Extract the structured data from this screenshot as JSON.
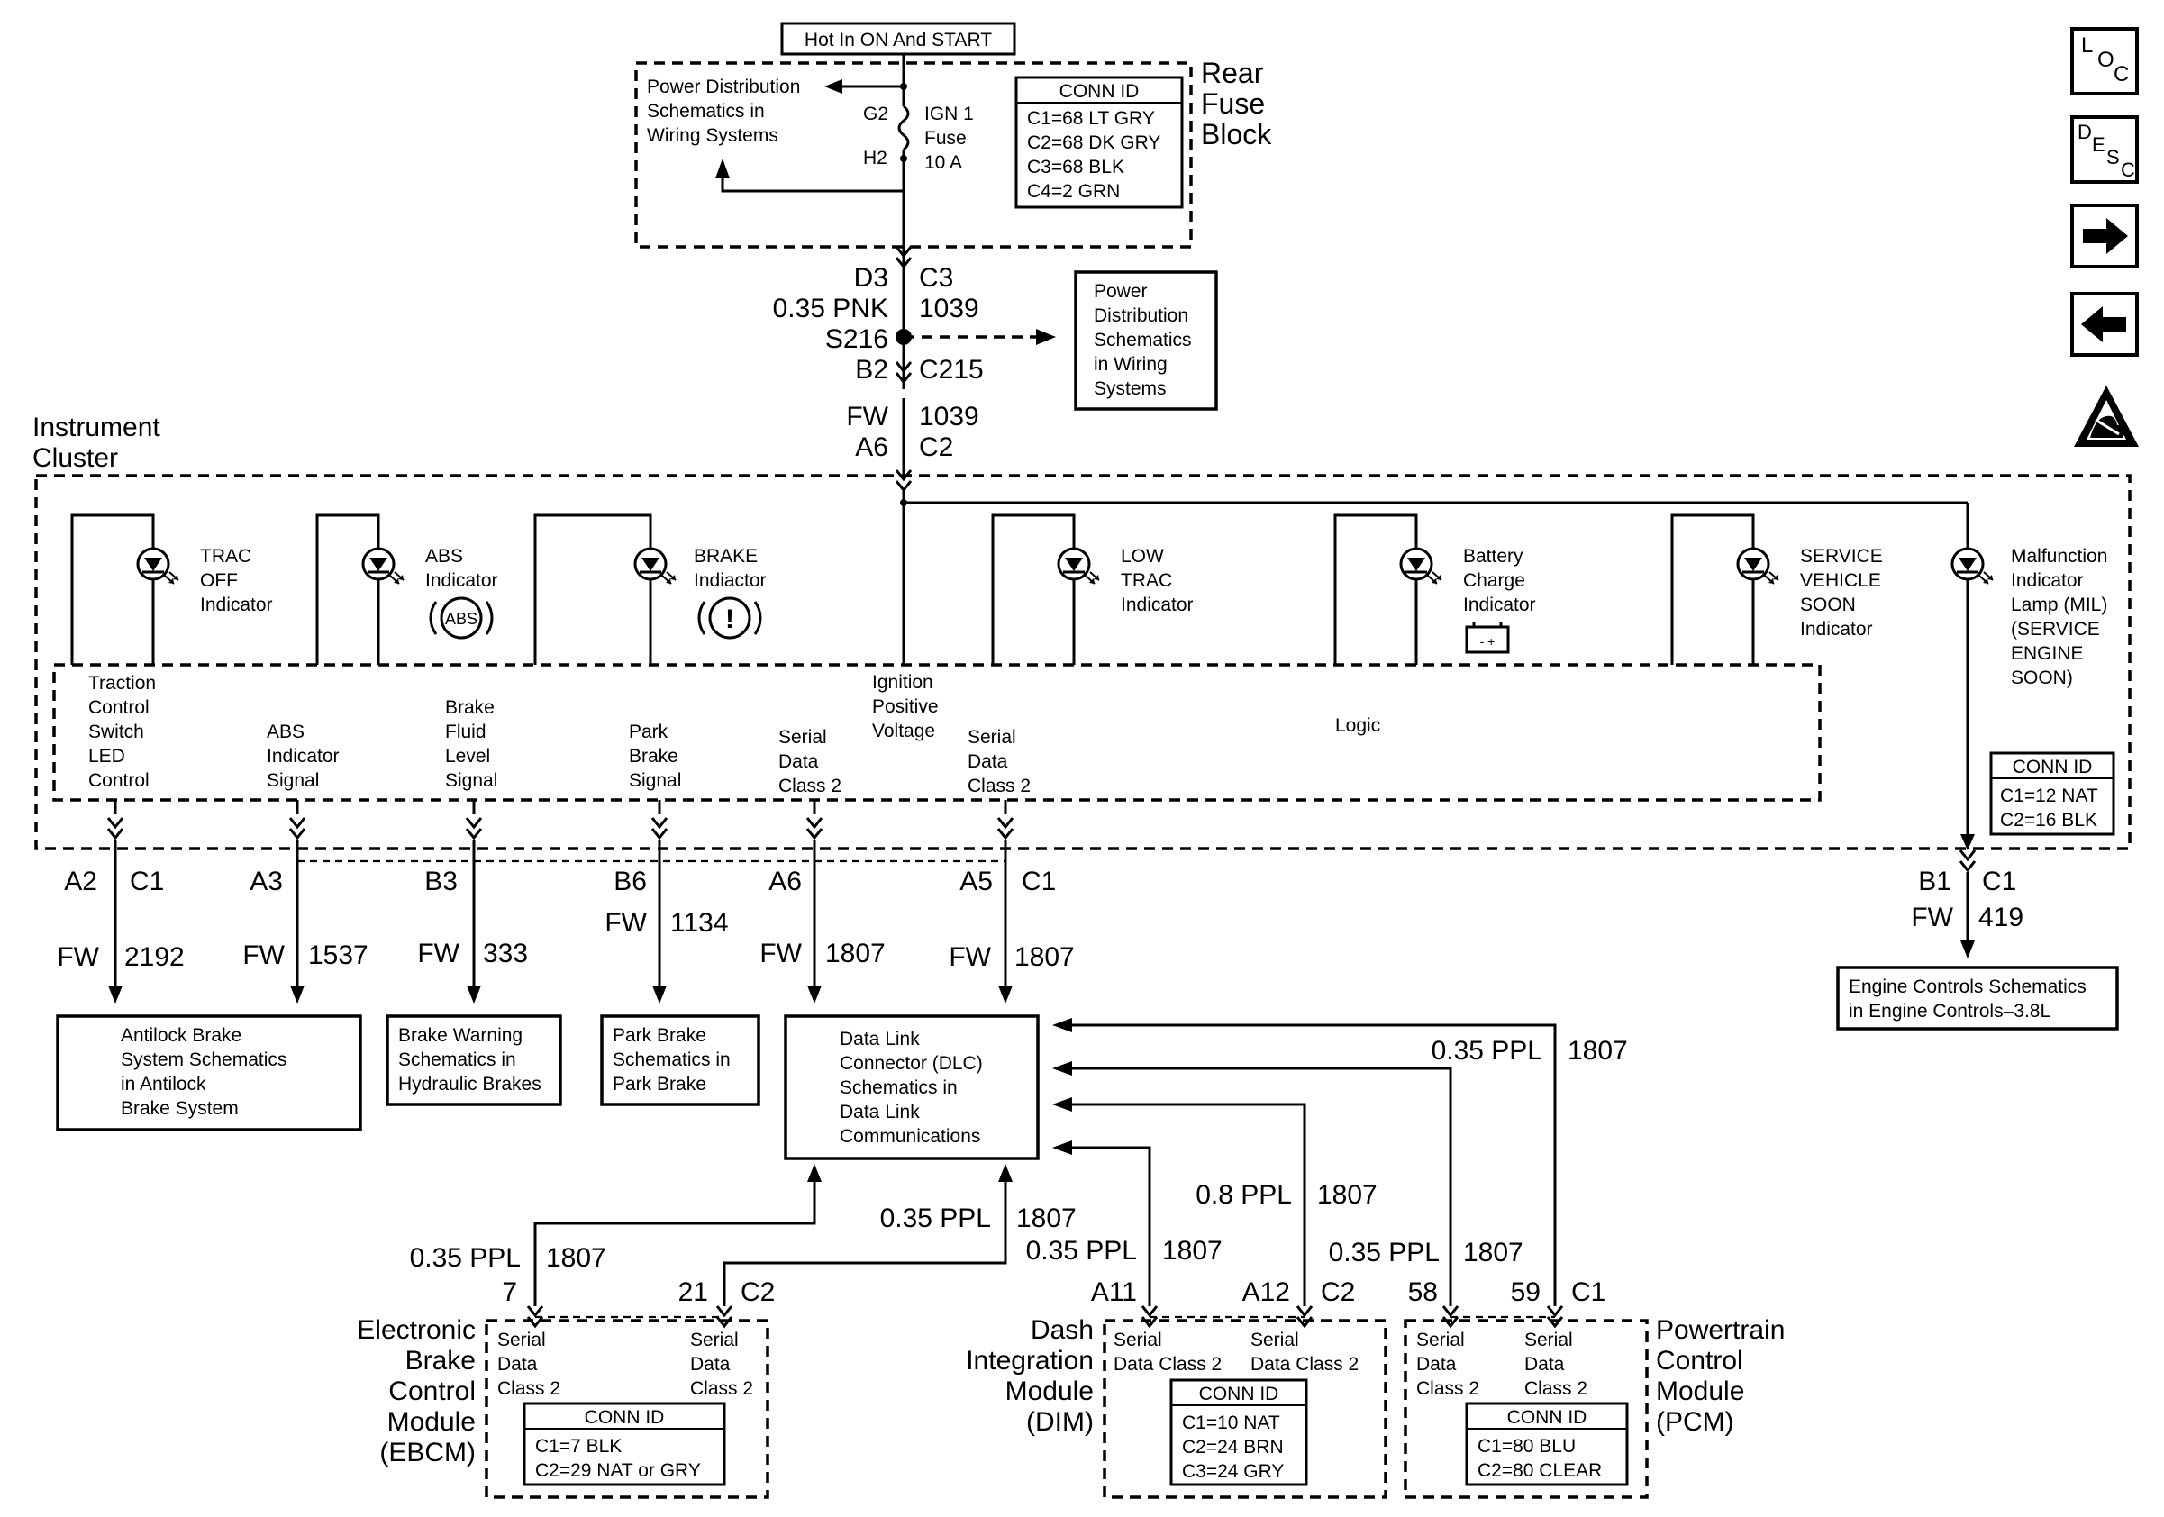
{
  "power": {
    "hot_label": "Hot In ON And START",
    "fuse_block": [
      "Rear",
      "Fuse",
      "Block"
    ],
    "pd_schematics": [
      "Power Distribution",
      "Schematics in",
      "Wiring Systems"
    ],
    "g2": "G2",
    "h2": "H2",
    "fuse": [
      "IGN 1",
      "Fuse",
      "10 A"
    ],
    "conn_title": "CONN ID",
    "conn": [
      "C1=68 LT GRY",
      "C2=68 DK GRY",
      "C3=68 BLK",
      "C4=2 GRN"
    ]
  },
  "feed": {
    "d3": "D3",
    "c3": "C3",
    "wire1": "0.35 PNK",
    "circ1": "1039",
    "s216": "S216",
    "b2": "B2",
    "c215": "C215",
    "fw": "FW",
    "circ2": "1039",
    "a6": "A6",
    "c2": "C2",
    "pd_box": [
      "Power",
      "Distribution",
      "Schematics",
      "in Wiring",
      "Systems"
    ]
  },
  "cluster": {
    "title": [
      "Instrument",
      "Cluster"
    ],
    "indicators": [
      {
        "lines": [
          "TRAC",
          "OFF",
          "Indicator"
        ]
      },
      {
        "lines": [
          "ABS",
          "Indicator"
        ],
        "symbol": "ABS"
      },
      {
        "lines": [
          "BRAKE",
          "Indiactor"
        ],
        "symbol": "!"
      },
      {
        "lines": [
          "LOW",
          "TRAC",
          "Indicator"
        ]
      },
      {
        "lines": [
          "Battery",
          "Charge",
          "Indicator"
        ],
        "symbol": "- +"
      },
      {
        "lines": [
          "SERVICE",
          "VEHICLE",
          "SOON",
          "Indicator"
        ]
      },
      {
        "lines": [
          "Malfunction",
          "Indicator",
          "Lamp (MIL)",
          "(SERVICE",
          "ENGINE",
          "SOON)"
        ]
      }
    ],
    "logic_label": "Logic",
    "logic_labels": [
      [
        "Traction",
        "Control",
        "Switch",
        "LED",
        "Control"
      ],
      [
        "ABS",
        "Indicator",
        "Signal"
      ],
      [
        "Brake",
        "Fluid",
        "Level",
        "Signal"
      ],
      [
        "Park",
        "Brake",
        "Signal"
      ],
      [
        "Serial",
        "Data",
        "Class 2"
      ],
      [
        "Ignition",
        "Positive",
        "Voltage"
      ],
      [
        "Serial",
        "Data",
        "Class 2"
      ]
    ],
    "conn_title": "CONN ID",
    "conn": [
      "C1=12 NAT",
      "C2=16 BLK"
    ]
  },
  "outputs": {
    "pins": [
      "A2",
      "C1",
      "A3",
      "B3",
      "B6",
      "A6",
      "A5",
      "C1",
      "B1",
      "C1"
    ],
    "wires": [
      {
        "fw": "FW",
        "circ": "2192"
      },
      {
        "fw": "FW",
        "circ": "1537"
      },
      {
        "fw": "FW",
        "circ": "333"
      },
      {
        "fw": "FW",
        "circ": "1134"
      },
      {
        "fw": "FW",
        "circ": "1807"
      },
      {
        "fw": "FW",
        "circ": "1807"
      },
      {
        "fw": "FW",
        "circ": "419"
      }
    ],
    "abs_box": [
      "Antilock Brake",
      "System Schematics",
      "in Antilock",
      "Brake System"
    ],
    "brake_warning_box": [
      "Brake Warning",
      "Schematics in",
      "Hydraulic Brakes"
    ],
    "park_brake_box": [
      "Park Brake",
      "Schematics in",
      "Park Brake"
    ],
    "dlc_box": [
      "Data Link",
      "Connector (DLC)",
      "Schematics in",
      "Data Link",
      "Communications"
    ],
    "engine_box": [
      "Engine Controls Schematics",
      "in Engine Controls–3.8L"
    ]
  },
  "modules": {
    "ebcm_name": [
      "Electronic",
      "Brake",
      "Control",
      "Module",
      "(EBCM)"
    ],
    "dim_name": [
      "Dash",
      "Integration",
      "Module",
      "(DIM)"
    ],
    "pcm_name": [
      "Powertrain",
      "Control",
      "Module",
      "(PCM)"
    ],
    "ebcm_wires": [
      {
        "gauge": "0.35 PPL",
        "circ": "1807"
      },
      {
        "gauge": "0.35 PPL",
        "circ": "1807"
      }
    ],
    "dim_wires": [
      {
        "gauge": "0.35 PPL",
        "circ": "1807"
      },
      {
        "gauge": "0.8 PPL",
        "circ": "1807"
      }
    ],
    "pcm_wires": [
      {
        "gauge": "0.35 PPL",
        "circ": "1807"
      },
      {
        "gauge": "0.35 PPL",
        "circ": "1807"
      }
    ],
    "ebcm_pins": [
      "7",
      "21",
      "C2"
    ],
    "dim_pins": [
      "A11",
      "A12",
      "C2"
    ],
    "pcm_pins": [
      "58",
      "59",
      "C1"
    ],
    "ebcm_labels": [
      [
        "Serial",
        "Data",
        "Class 2"
      ],
      [
        "Serial",
        "Data",
        "Class 2"
      ]
    ],
    "dim_labels": [
      [
        "Serial",
        "Data Class 2"
      ],
      [
        "Serial",
        "Data Class 2"
      ]
    ],
    "pcm_labels": [
      [
        "Serial",
        "Data",
        "Class 2"
      ],
      [
        "Serial",
        "Data",
        "Class 2"
      ]
    ],
    "conn_title": "CONN ID",
    "ebcm_conn": [
      "C1=7 BLK",
      "C2=29 NAT or GRY"
    ],
    "dim_conn": [
      "C1=10 NAT",
      "C2=24 BRN",
      "C3=24 GRY"
    ],
    "pcm_conn": [
      "C1=80 BLU",
      "C2=80 CLEAR"
    ]
  },
  "nav": {
    "loc": [
      "L",
      "O",
      "C"
    ],
    "desc": [
      "D",
      "E",
      "S",
      "C"
    ],
    "next": "next-arrow-icon",
    "prev": "prev-arrow-icon",
    "esd": "esd-warning-icon"
  }
}
